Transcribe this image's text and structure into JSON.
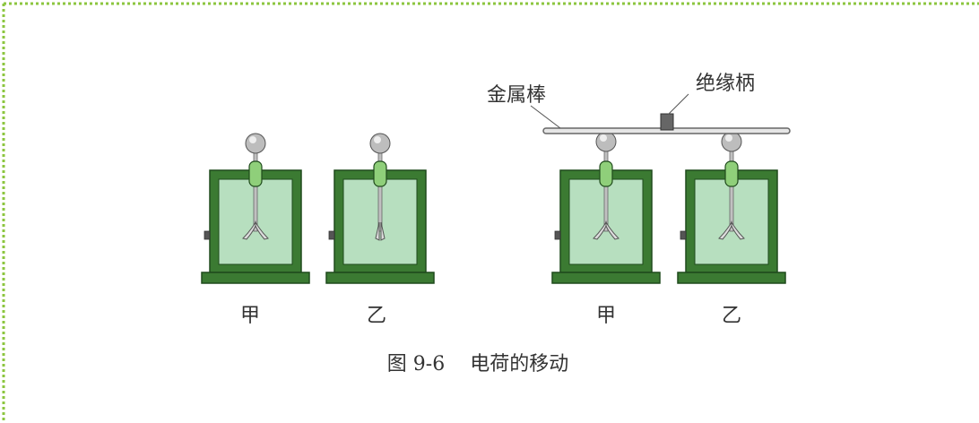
{
  "figure": {
    "caption": "图 9-6    电荷的移动",
    "left_group": {
      "labels": [
        "甲",
        "乙"
      ],
      "leaf_state": [
        "open",
        "closed"
      ]
    },
    "right_group": {
      "labels": [
        "甲",
        "乙"
      ],
      "leaf_state": [
        "open",
        "open"
      ],
      "rod_label": "金属棒",
      "handle_label": "绝缘柄"
    }
  },
  "colors": {
    "border_dash": "#8cc63f",
    "case_green": "#3b7a32",
    "case_edge": "#1f4a1c",
    "glass": "#b7dfbf",
    "stopper": "#8fcf7a",
    "metal": "#c0c0c0",
    "rod": "#e6e6e6",
    "handle": "#666666",
    "text": "#333333"
  }
}
